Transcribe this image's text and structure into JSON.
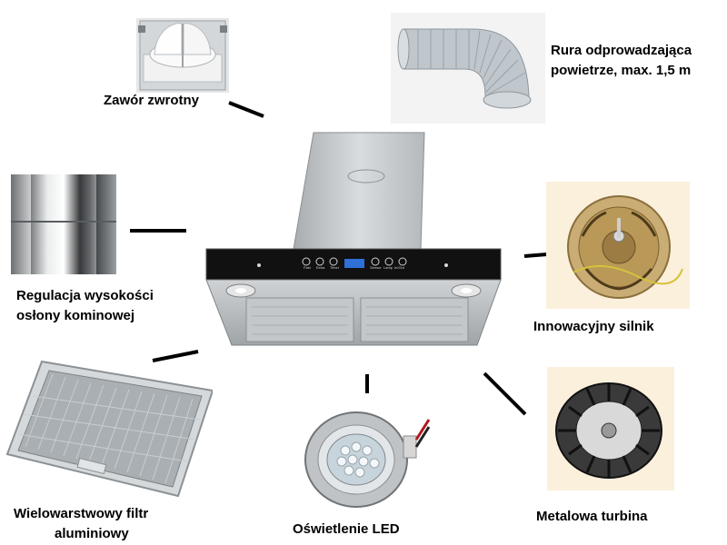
{
  "hood": {
    "controls": [
      "Fast",
      "Extra",
      "Timer",
      "Sensor",
      "Lamp",
      "In/Out"
    ]
  },
  "labels": {
    "check_valve": "Zawór zwrotny",
    "air_duct_line1": "Rura odprowadzająca",
    "air_duct_line2": "powietrze, max. 1,5 m",
    "height_adjust_line1": "Regulacja wysokości",
    "height_adjust_line2": "osłony kominowej",
    "motor": "Innowacyjny silnik",
    "filter_line1": "Wielowarstwowy filtr",
    "filter_line2": "aluminiowy",
    "led": "Oświetlenie LED",
    "turbine": "Metalowa turbina"
  },
  "colors": {
    "steel": "#c9ccce",
    "panel": "#111111",
    "display": "#2f6fd8",
    "connector": "#000000"
  }
}
